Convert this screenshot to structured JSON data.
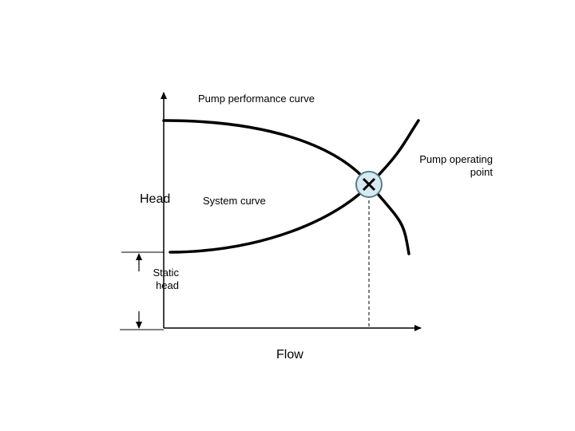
{
  "labels": {
    "pump_curve": "Pump performance curve",
    "operating_point": [
      "Pump operating",
      "point"
    ],
    "head": "Head",
    "system_curve": "System curve",
    "static_head": [
      "Static",
      "head"
    ],
    "flow": "Flow"
  },
  "colors": {
    "line": "#000000",
    "marker_fill": "#d6eaf0",
    "marker_stroke": "#5a7d88"
  },
  "icons": {
    "operating_point_marker": "circled-x-icon"
  }
}
